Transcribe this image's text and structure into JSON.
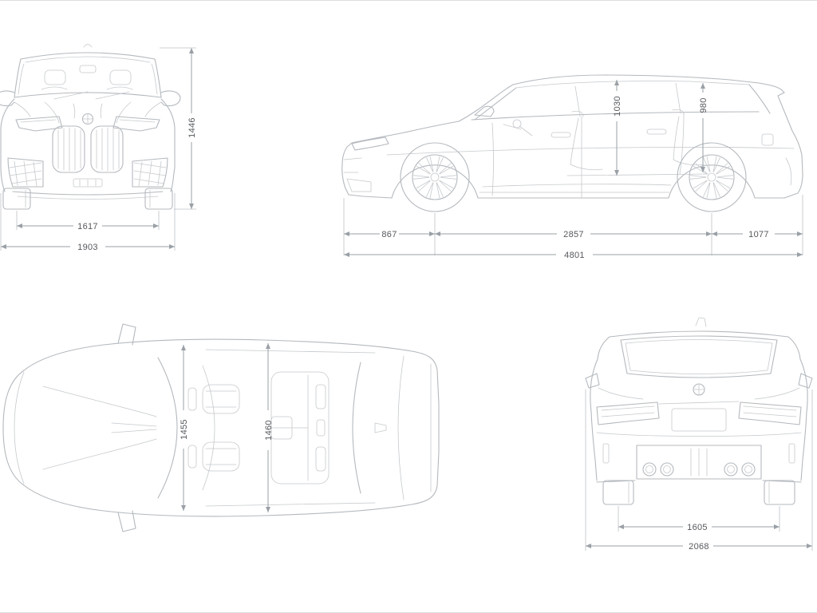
{
  "diagram": {
    "name": "vehicle-technical-dimensions",
    "units": "mm",
    "front": {
      "height": "1446",
      "track": "1617",
      "width": "1903"
    },
    "side": {
      "interior_front": "1030",
      "interior_rear": "980",
      "front_overhang": "867",
      "wheelbase": "2857",
      "rear_overhang": "1077",
      "length": "4801"
    },
    "top": {
      "interior_width_front": "1455",
      "interior_width_rear": "1460"
    },
    "rear": {
      "track": "1605",
      "width": "2068"
    }
  },
  "colors": {
    "car_line": "#b4b9be",
    "detail_line": "#c5c9cd",
    "dim_line": "#9aa0a6",
    "text": "#55585c",
    "background": "#ffffff"
  }
}
